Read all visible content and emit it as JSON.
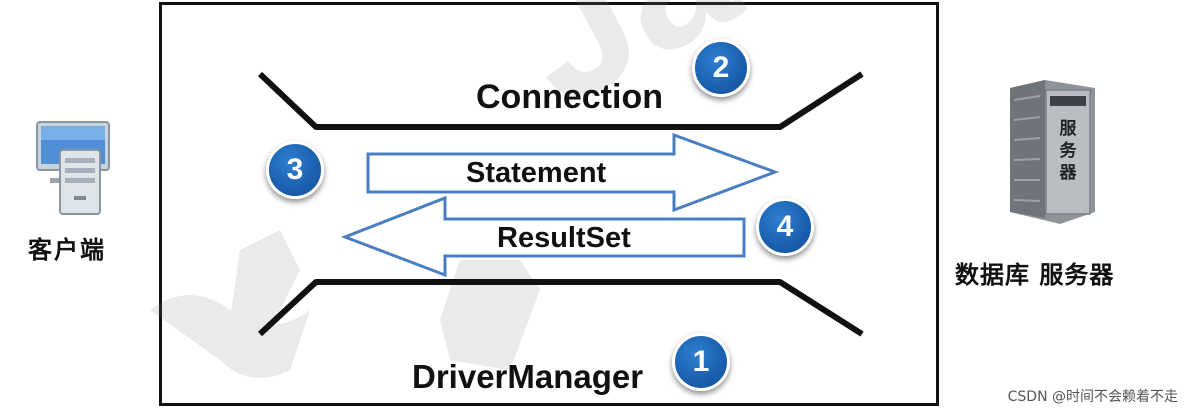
{
  "labels": {
    "connection": "Connection",
    "statement": "Statement",
    "resultset": "ResultSet",
    "drivermanager": "DriverManager"
  },
  "badges": {
    "one": "1",
    "two": "2",
    "three": "3",
    "four": "4"
  },
  "client": {
    "label": "客户端",
    "icon": "desktop-computer-icon"
  },
  "server": {
    "label": "数据库 服务器",
    "tower_text": [
      "服",
      "务",
      "器"
    ],
    "icon": "server-tower-icon"
  },
  "watermark": "CSDN @时间不会赖着不走",
  "background_watermark": "Java",
  "colors": {
    "badge": "#1a5fae",
    "arrow_stroke": "#4a7ec0",
    "line": "#111111"
  }
}
